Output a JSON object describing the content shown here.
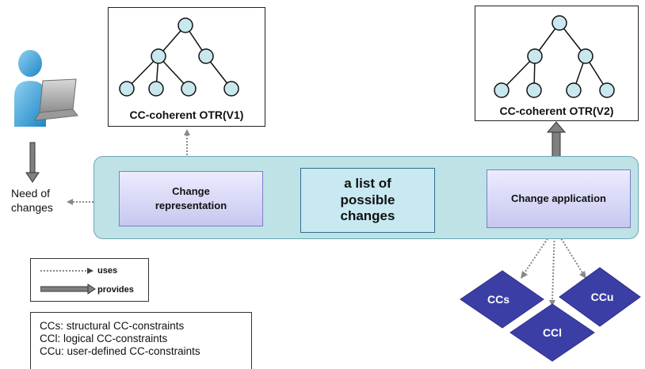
{
  "trees": {
    "v1_title": "CC-coherent OTR(V1)",
    "v2_title": "CC-coherent OTR(V2)"
  },
  "user": {
    "need_label": "Need of\nchanges"
  },
  "process": {
    "change_representation": "Change\nrepresentation",
    "possible_changes": "a list of\npossible\nchanges",
    "change_application": "Change application"
  },
  "constraints": {
    "ccs": "CCs",
    "ccl": "CCl",
    "ccu": "CCu"
  },
  "legend": {
    "uses": "uses",
    "provides": "provides"
  },
  "definitions": [
    "CCs: structural CC-constraints",
    "CCl: logical CC-constraints",
    "CCu: user-defined CC-constraints"
  ],
  "colors": {
    "tree_node": "#c8e8ee",
    "panel": "#bfe2e6",
    "process_box": "#d6d6f6",
    "result_box": "#c8e9f2",
    "diamond": "#3b3fa5",
    "arrow": "#808080"
  }
}
